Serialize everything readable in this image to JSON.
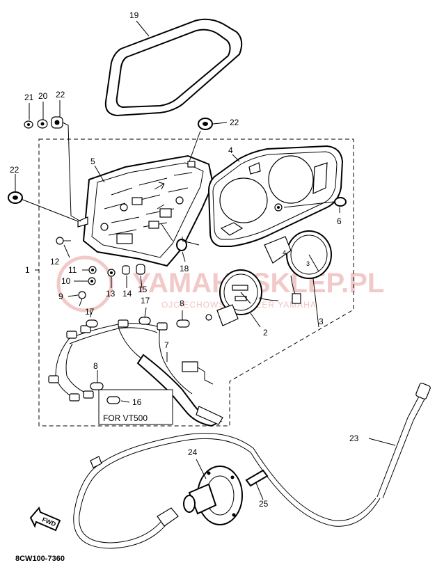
{
  "callouts": {
    "c1": "1",
    "c2": "2",
    "c3": "3",
    "c4": "4",
    "c5": "5",
    "c6": "6",
    "c7": "7",
    "c8a": "8",
    "c8b": "8",
    "c9": "9",
    "c10": "10",
    "c11": "11",
    "c12": "12",
    "c13": "13",
    "c14": "14",
    "c15": "15",
    "c16": "16",
    "c17a": "17",
    "c17b": "17",
    "c18": "18",
    "c19": "19",
    "c20": "20",
    "c21": "21",
    "c22a": "22",
    "c22b": "22",
    "c22c": "22",
    "c23": "23",
    "c24": "24",
    "c25": "25"
  },
  "variant_box_label": "FOR VT500",
  "fwd_label": "FWD",
  "drawing_code": "8CW100-7360",
  "watermark": {
    "main": "YAMAHASKLEP.PL",
    "sub": "OJCIECHOWSKI DEALER YAMAHA",
    "color": "#f2c9c9"
  }
}
